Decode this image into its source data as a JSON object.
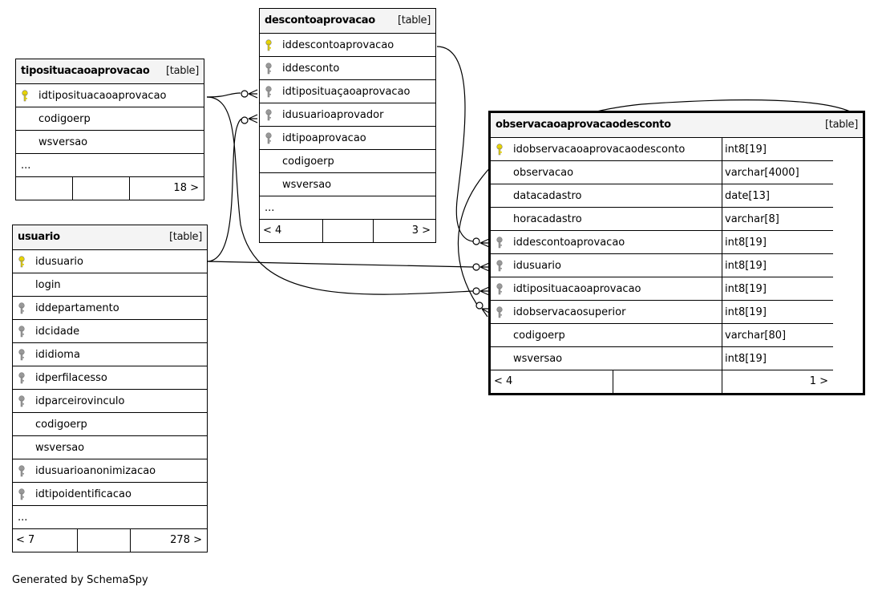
{
  "tables": {
    "descontoaprovacao": {
      "name": "descontoaprovacao",
      "kind": "[table]",
      "columns": [
        {
          "name": "iddescontoaprovacao",
          "key": "pk"
        },
        {
          "name": "iddesconto",
          "key": "fk"
        },
        {
          "name": "idtiposituaçaoaprovacao",
          "key": "fk"
        },
        {
          "name": "idusuarioaprovador",
          "key": "fk"
        },
        {
          "name": "idtipoaprovacao",
          "key": "fk"
        },
        {
          "name": "codigoerp",
          "key": ""
        },
        {
          "name": "wsversao",
          "key": ""
        },
        {
          "name": "...",
          "key": "ellipsis"
        }
      ],
      "footer": {
        "left": "< 4",
        "right": "3 >"
      }
    },
    "tiposituacaoaprovacao": {
      "name": "tiposituacaoaprovacao",
      "kind": "[table]",
      "columns": [
        {
          "name": "idtiposituacaoaprovacao",
          "key": "pk"
        },
        {
          "name": "codigoerp",
          "key": ""
        },
        {
          "name": "wsversao",
          "key": ""
        },
        {
          "name": "...",
          "key": "ellipsis"
        }
      ],
      "footer": {
        "left": "",
        "right": "18 >"
      }
    },
    "usuario": {
      "name": "usuario",
      "kind": "[table]",
      "columns": [
        {
          "name": "idusuario",
          "key": "pk"
        },
        {
          "name": "login",
          "key": ""
        },
        {
          "name": "iddepartamento",
          "key": "fk"
        },
        {
          "name": "idcidade",
          "key": "fk"
        },
        {
          "name": "ididioma",
          "key": "fk"
        },
        {
          "name": "idperfilacesso",
          "key": "fk"
        },
        {
          "name": "idparceirovinculo",
          "key": "fk"
        },
        {
          "name": "codigoerp",
          "key": ""
        },
        {
          "name": "wsversao",
          "key": ""
        },
        {
          "name": "idusuarioanonimizacao",
          "key": "fk"
        },
        {
          "name": "idtipoidentificacao",
          "key": "fk"
        },
        {
          "name": "...",
          "key": "ellipsis"
        }
      ],
      "footer": {
        "left": "< 7",
        "right": "278 >"
      }
    },
    "observacaoaprovacaodesconto": {
      "name": "observacaoaprovacaodesconto",
      "kind": "[table]",
      "columns": [
        {
          "name": "idobservacaoaprovacaodesconto",
          "key": "pk",
          "type": "int8[19]"
        },
        {
          "name": "observacao",
          "key": "",
          "type": "varchar[4000]"
        },
        {
          "name": "datacadastro",
          "key": "",
          "type": "date[13]"
        },
        {
          "name": "horacadastro",
          "key": "",
          "type": "varchar[8]"
        },
        {
          "name": "iddescontoaprovacao",
          "key": "fk",
          "type": "int8[19]"
        },
        {
          "name": "idusuario",
          "key": "fk",
          "type": "int8[19]"
        },
        {
          "name": "idtiposituacaoaprovacao",
          "key": "fk",
          "type": "int8[19]"
        },
        {
          "name": "idobservacaosuperior",
          "key": "fk",
          "type": "int8[19]"
        },
        {
          "name": "codigoerp",
          "key": "",
          "type": "varchar[80]"
        },
        {
          "name": "wsversao",
          "key": "",
          "type": "int8[19]"
        }
      ],
      "footer": {
        "left": "< 4",
        "right": "1 >"
      }
    }
  },
  "footer_note": "Generated by SchemaSpy",
  "colors": {
    "pk_key": "#e8d400",
    "fk_key": "#999999",
    "header_bg": "#f4f4f4"
  }
}
